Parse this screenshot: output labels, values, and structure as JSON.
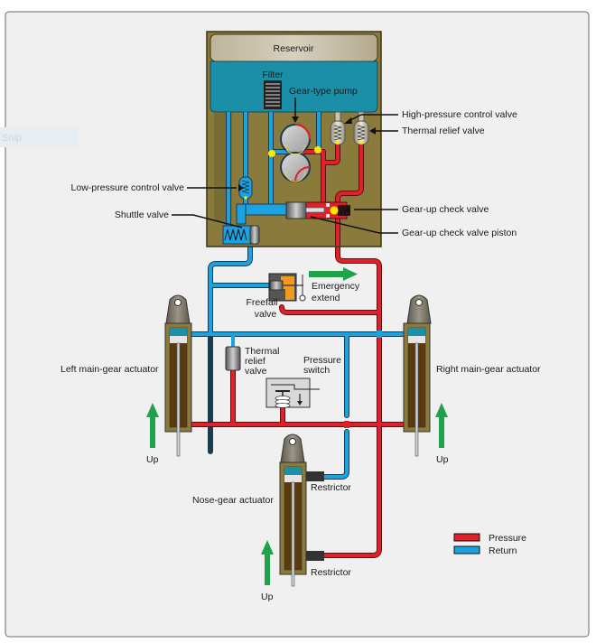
{
  "overlay": {
    "ghost_text": "Snip"
  },
  "diagram": {
    "reservoir": "Reservoir",
    "filter": "Filter",
    "gear_pump": "Gear-type pump",
    "high_pressure_control_valve": "High-pressure control valve",
    "thermal_relief_valve_top": "Thermal relief valve",
    "low_pressure_control_valve": "Low-pressure control valve",
    "shuttle_valve": "Shuttle valve",
    "gear_up_check_valve": "Gear-up check valve",
    "gear_up_check_valve_piston": "Gear-up check valve piston",
    "freefall_valve_line1": "Freefall",
    "freefall_valve_line2": "valve",
    "emergency_extend_line1": "Emergency",
    "emergency_extend_line2": "extend",
    "thermal_relief_mid_line1": "Thermal",
    "thermal_relief_mid_line2": "relief",
    "thermal_relief_mid_line3": "valve",
    "pressure_switch_line1": "Pressure",
    "pressure_switch_line2": "switch",
    "left_actuator": "Left main-gear actuator",
    "right_actuator": "Right main-gear actuator",
    "nose_actuator": "Nose-gear actuator",
    "restrictor_top": "Restrictor",
    "restrictor_bottom": "Restrictor",
    "up_left": "Up",
    "up_right": "Up",
    "up_nose": "Up"
  },
  "legend": {
    "items": [
      {
        "label": "Pressure",
        "color": "#e0202a"
      },
      {
        "label": "Return",
        "color": "#1aa3e0"
      }
    ]
  },
  "colors": {
    "pressure": "#e0202a",
    "return": "#1aa3e0",
    "housing": "#8a7a3c",
    "fluid": "#1b8fa8",
    "arrow": "#1fa24a"
  }
}
